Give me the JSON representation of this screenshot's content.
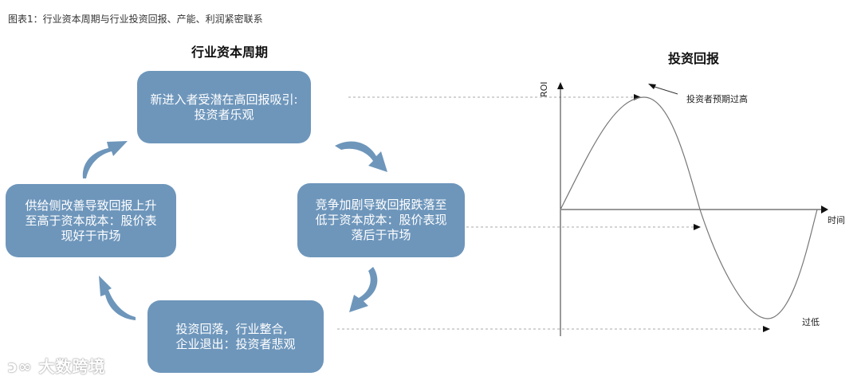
{
  "caption": "图表1：行业资本周期与行业投资回报、产能、利润紧密联系",
  "left_panel": {
    "title": "行业资本周期",
    "boxes": [
      {
        "id": "top",
        "line1": "新进入者受潜在高回报吸引:",
        "line2": "投资者乐观",
        "line3": ""
      },
      {
        "id": "right",
        "line1": "竞争加剧导致回报跌落至",
        "line2": "低于资本成本：股价表现",
        "line3": "落后于市场"
      },
      {
        "id": "bottom",
        "line1": "投资回落，行业整合,",
        "line2": "企业退出：投资者悲观",
        "line3": ""
      },
      {
        "id": "left",
        "line1": "供给侧改善导致回报上升",
        "line2": "至高于资本成本：股价表",
        "line3": "现好于市场"
      }
    ],
    "cycle_direction": "clockwise",
    "box_color": "#6e96bb"
  },
  "right_panel": {
    "title": "投资回报",
    "y_axis_label": "ROI",
    "x_axis_label": "时间",
    "annotation_high": "投资者预期过高",
    "annotation_low": "过低",
    "curve": "sine wave: rises from origin to peak, falls below axis to trough, returns to axis"
  },
  "watermark": "大数跨境"
}
